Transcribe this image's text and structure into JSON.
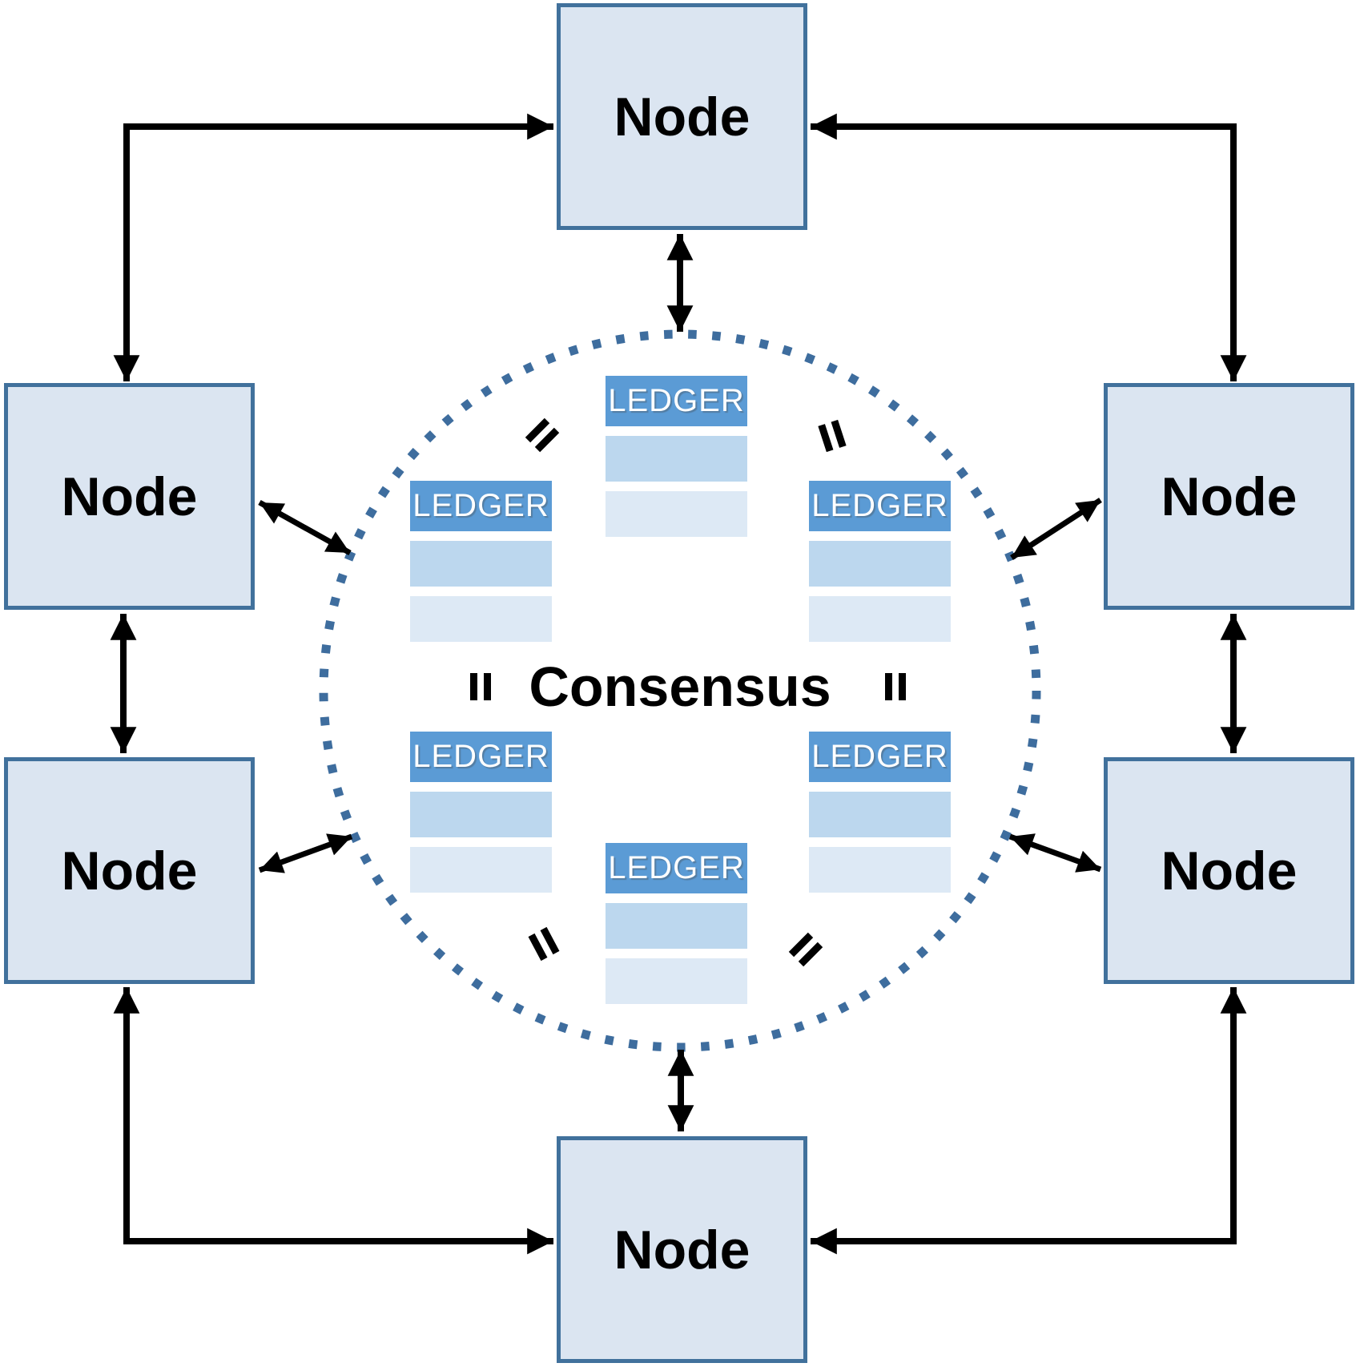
{
  "diagram": {
    "consensus_label": "Consensus",
    "nodes": [
      {
        "id": "top",
        "label": "Node"
      },
      {
        "id": "left-top",
        "label": "Node"
      },
      {
        "id": "right-top",
        "label": "Node"
      },
      {
        "id": "left-bottom",
        "label": "Node"
      },
      {
        "id": "right-bottom",
        "label": "Node"
      },
      {
        "id": "bottom",
        "label": "Node"
      }
    ],
    "ledgers": [
      {
        "id": "top",
        "label": "LEDGER"
      },
      {
        "id": "left",
        "label": "LEDGER"
      },
      {
        "id": "right",
        "label": "LEDGER"
      },
      {
        "id": "lower-left",
        "label": "LEDGER"
      },
      {
        "id": "lower-right",
        "label": "LEDGER"
      },
      {
        "id": "bottom",
        "label": "LEDGER"
      }
    ],
    "equals_sign_count": 6,
    "colors": {
      "node_fill": "#dbe5f1",
      "node_border": "#41719c",
      "ledger_header": "#5b9bd5",
      "ledger_row_1": "#bcd7ee",
      "ledger_row_2": "#dde9f5",
      "circle_dots": "#3e6d9e",
      "arrow": "#000000",
      "text": "#000000"
    }
  }
}
